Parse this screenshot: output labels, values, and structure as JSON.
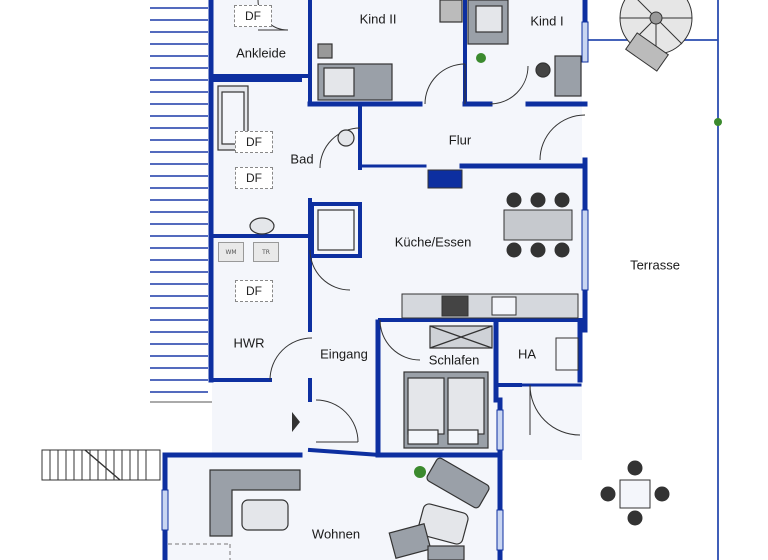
{
  "rooms": {
    "ankleide": "Ankleide",
    "kind2": "Kind II",
    "kind1": "Kind I",
    "flur": "Flur",
    "bad": "Bad",
    "kueche": "Küche/Essen",
    "terrasse": "Terrasse",
    "hwr": "HWR",
    "eingang": "Eingang",
    "schlafen": "Schlafen",
    "ha": "HA",
    "wohnen": "Wohnen"
  },
  "markers": {
    "df": "DF",
    "wm": "WM",
    "tr": "TR"
  },
  "colors": {
    "wall": "#0d2fa0",
    "floor": "#f4f6fb",
    "fixture": "#3a3a3a",
    "plant": "#3b8a2e"
  },
  "icons": {
    "entry": "entry-arrow-icon",
    "plant": "plant-icon",
    "spiral_stair": "spiral-staircase-icon"
  }
}
